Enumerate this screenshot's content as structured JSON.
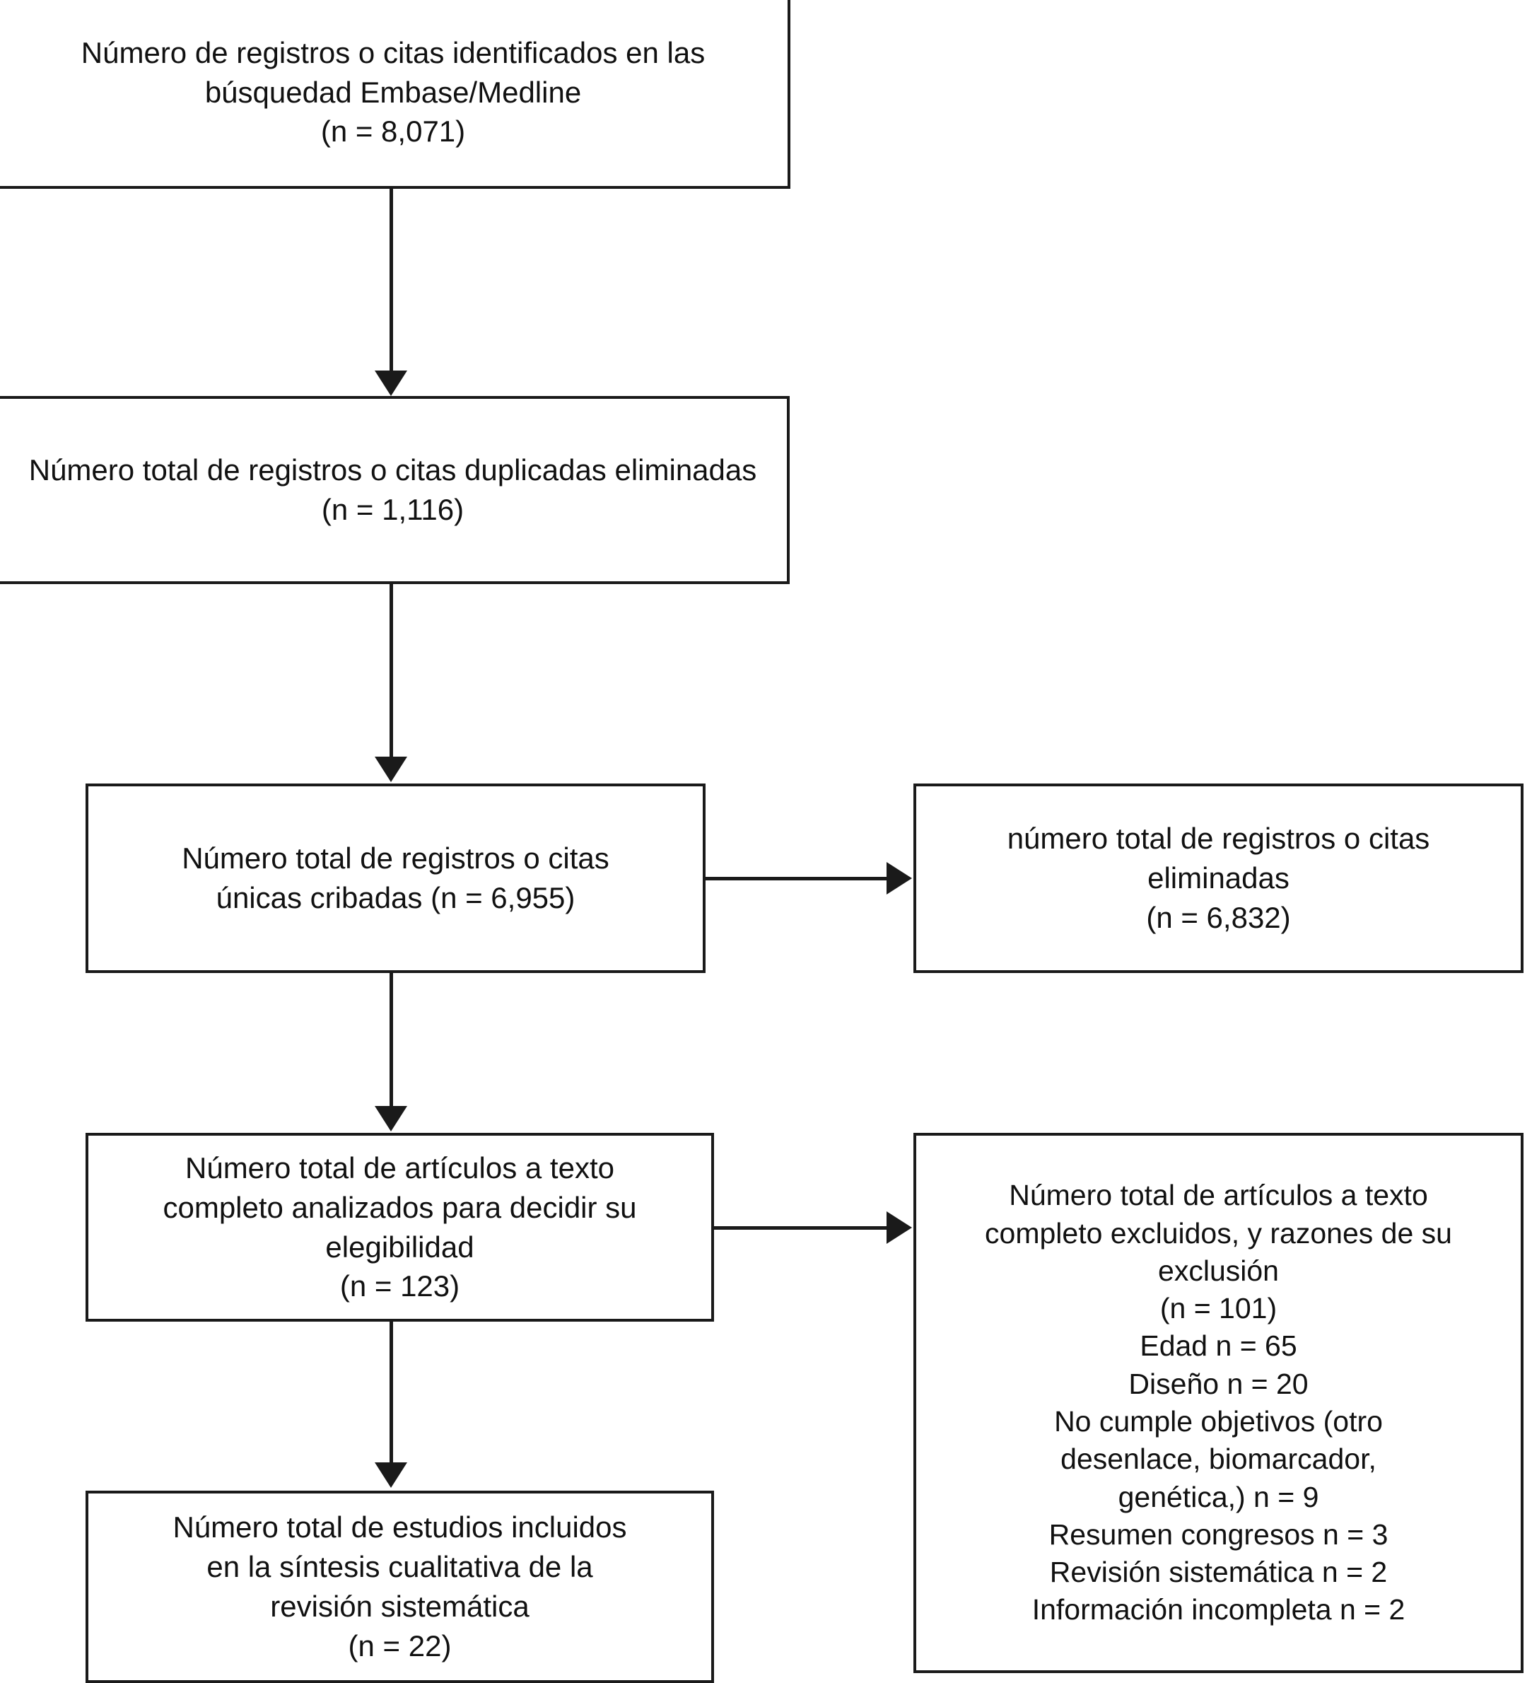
{
  "diagram": {
    "title": "PRISMA flow diagram",
    "language": "es",
    "boxes": {
      "identified": {
        "name": "records-identified",
        "text": "Número de registros o citas identificados en las\nbúsquedad Embase/Medline\n(n = 8,071)",
        "label": "Número de registros o citas identificados en las búsquedad Embase/Medline",
        "n": "8,071"
      },
      "duplicates": {
        "name": "duplicates-removed",
        "text": "Número total de registros o citas duplicadas eliminadas\n(n = 1,116)",
        "label": "Número total de registros o citas duplicadas eliminadas",
        "n": "1,116"
      },
      "screened": {
        "name": "records-screened",
        "text": "Número total de registros o citas\núnicas cribadas (n = 6,955)",
        "label": "Número total de registros o citas únicas cribadas",
        "n": "6,955"
      },
      "removed": {
        "name": "records-removed",
        "text": "número total de registros o citas\neliminadas\n(n = 6,832)",
        "label": "número total de registros o citas eliminadas",
        "n": "6,832"
      },
      "fulltext": {
        "name": "fulltext-assessed",
        "text": "Número total de artículos a texto\ncompleto analizados para decidir su\nelegibilidad\n(n = 123)",
        "label": "Número total de artículos a texto completo analizados para decidir su elegibilidad",
        "n": "123"
      },
      "excluded": {
        "name": "fulltext-excluded",
        "text": "Número total de artículos a texto\ncompleto excluidos, y razones de su\nexclusión\n(n = 101)\nEdad n = 65\nDiseño n = 20\nNo cumple objetivos (otro\ndesenlace, biomarcador,\ngenética,) n = 9\nResumen congresos n = 3\nRevisión sistemática n = 2\nInformación incompleta n = 2",
        "label": "Número total de artículos a texto completo excluidos, y razones de su exclusión",
        "n": "101",
        "reasons": [
          {
            "reason": "Edad",
            "n": "65"
          },
          {
            "reason": "Diseño",
            "n": "20"
          },
          {
            "reason": "No cumple objetivos (otro desenlace, biomarcador, genética,)",
            "n": "9"
          },
          {
            "reason": "Resumen congresos",
            "n": "3"
          },
          {
            "reason": "Revisión sistemática",
            "n": "2"
          },
          {
            "reason": "Información incompleta",
            "n": "2"
          }
        ]
      },
      "included": {
        "name": "studies-included",
        "text": "Número total de estudios incluidos\nen la síntesis cualitativa de la\nrevisión sistemática\n(n = 22)",
        "label": "Número total de estudios incluidos en la síntesis cualitativa de la revisión sistemática",
        "n": "22"
      }
    },
    "colors": {
      "stroke": "#1a1a1a",
      "background": "#ffffff",
      "text": "#111111"
    }
  }
}
